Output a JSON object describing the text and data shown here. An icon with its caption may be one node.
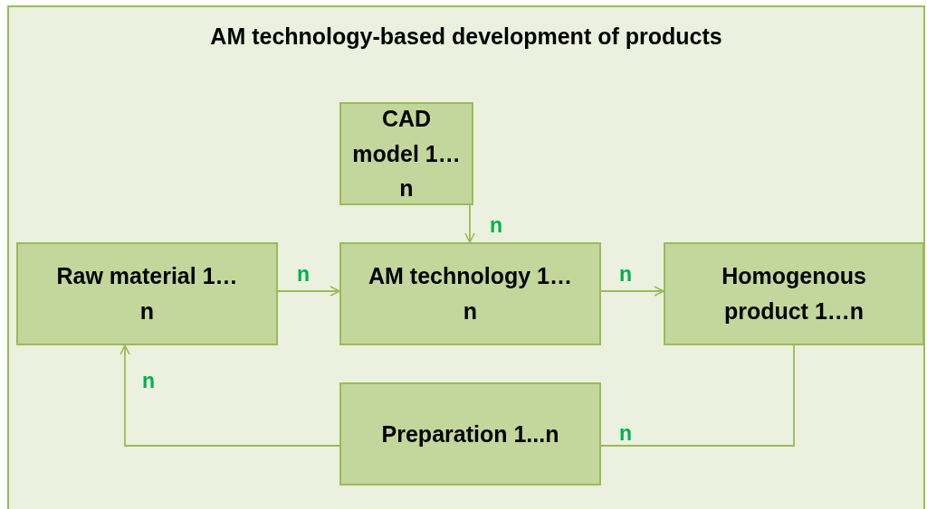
{
  "diagram": {
    "nodes": [
      {
        "text": [
          "AM technology-based development of products"
        ]
      },
      {
        "text": [
          "CAD model 1…n"
        ],
        "in": 0
      },
      {
        "text": [
          "Raw material 1…n"
        ],
        "in": 0
      },
      {
        "text": [
          "AM technology 1…n"
        ],
        "in": 0
      },
      {
        "text": [
          "Homogenous product 1…n"
        ],
        "in": 0
      },
      {
        "text": [
          "Preparation 1...n"
        ],
        "in": 0
      }
    ],
    "edges": [
      {
        "from": 1,
        "to": 3,
        "arrow": "to",
        "label": "n"
      },
      {
        "from": 2,
        "to": 3,
        "arrow": "to",
        "label": "n"
      },
      {
        "from": 3,
        "to": 4,
        "arrow": "to",
        "label": "n"
      },
      {
        "from": 4,
        "to": 5,
        "arrow": "none",
        "label": "n"
      },
      {
        "from": 5,
        "to": 2,
        "arrow": "to",
        "label": "n"
      }
    ]
  }
}
